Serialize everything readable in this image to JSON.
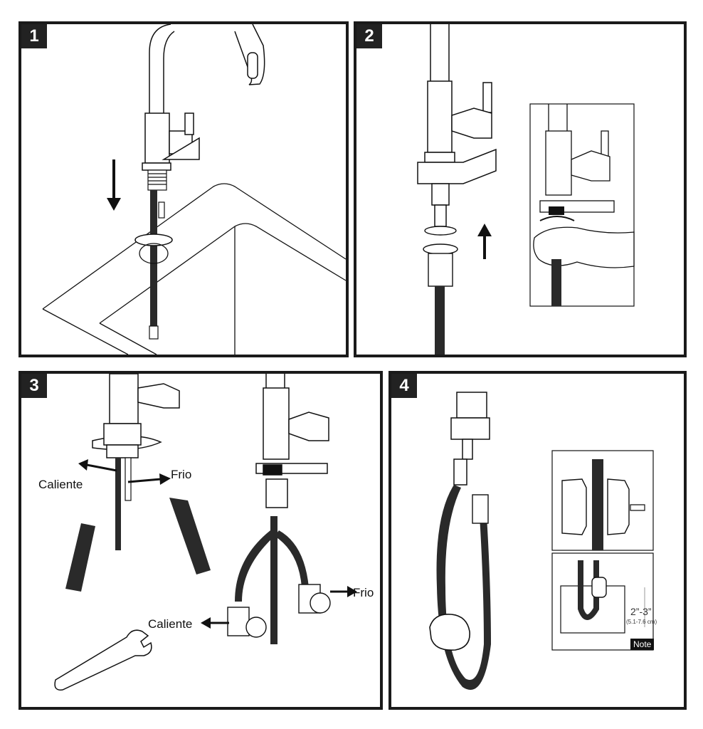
{
  "panels": [
    {
      "step": "1"
    },
    {
      "step": "2"
    },
    {
      "step": "3",
      "label_hot_top": "Caliente",
      "label_cold_top": "Frio",
      "label_hot_bottom": "Caliente",
      "label_cold_bottom": "Frio"
    },
    {
      "step": "4",
      "measure_main": "2”-3”",
      "measure_sub": "(5.1-7.6 cm)",
      "note": "Note"
    }
  ],
  "colors": {
    "line": "#111111",
    "hose": "#2a2a2a",
    "badge": "#222222"
  }
}
